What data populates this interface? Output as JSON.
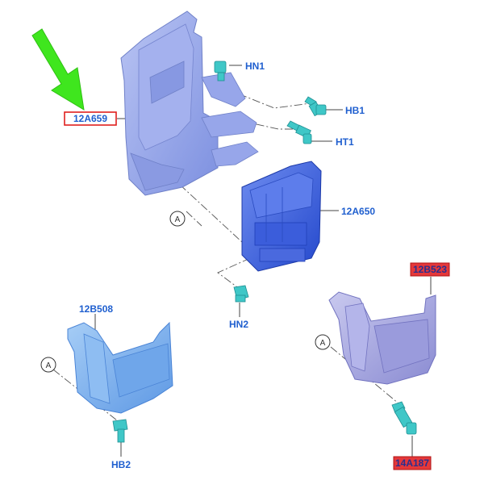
{
  "colors": {
    "leader": "#444444",
    "bracket": "#8fa0e6",
    "module": "#3d63e0",
    "shield": "#7fb2ee",
    "cover": "#a7a8e2",
    "fastener": "#3fc7c7",
    "arrow": "#3fe61e",
    "highlight_border": "#e0201e",
    "highlight_fill": "#e5383a"
  },
  "parts": {
    "bracket": "12A659",
    "nut_top": "HN1",
    "bolt_right": "HB1",
    "stud_right": "HT1",
    "module": "12A650",
    "nut_mid": "HN2",
    "shield": "12B508",
    "bolt_bottom": "HB2",
    "cover": "12B523",
    "fastener_bottom": "14A187"
  },
  "callouts": {
    "ref_a": "A"
  }
}
